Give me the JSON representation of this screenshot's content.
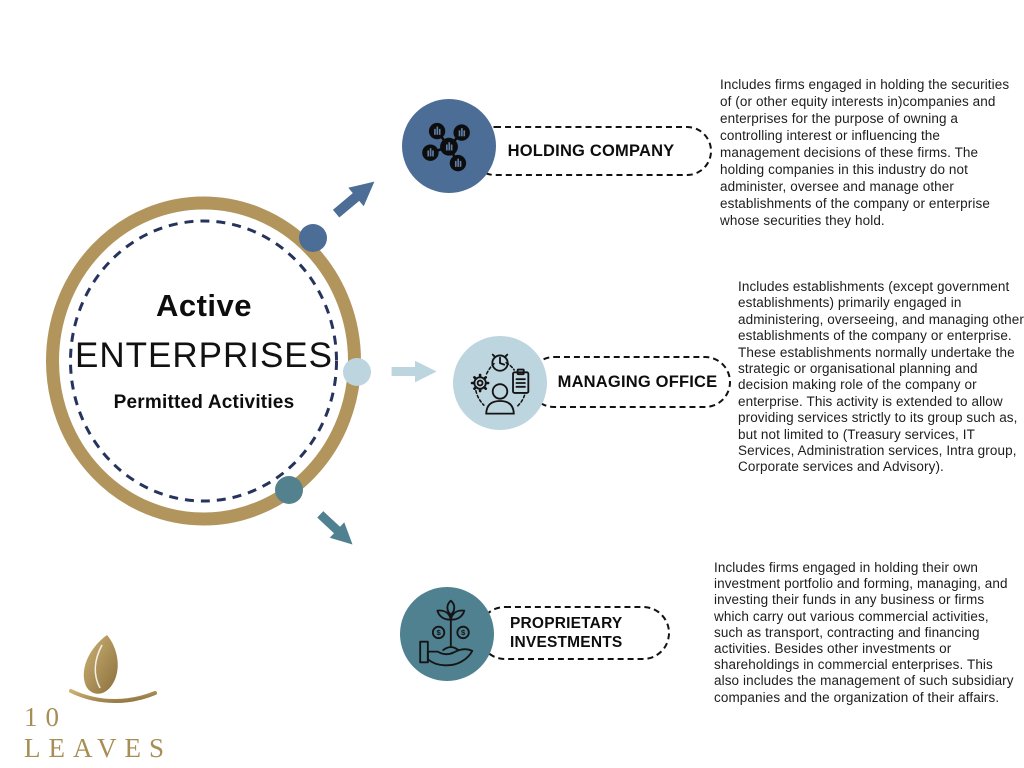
{
  "center": {
    "title_top": "Active",
    "title_main": "ENTERPRISES",
    "subtitle": "Permitted Activities"
  },
  "branches": [
    {
      "label": "HOLDING COMPANY",
      "icon": "network-buildings-icon",
      "circle_color": "#4c6d96",
      "description": "Includes firms engaged in holding the securities of (or other equity interests in)companies and enterprises for the purpose of owning a controlling interest or influencing the management decisions of these firms. The holding companies in this industry do not administer, oversee and manage other establishments of the company or enterprise whose securities they hold."
    },
    {
      "label": "MANAGING OFFICE",
      "icon": "managing-person-icon",
      "circle_color": "#bcd5df",
      "description": "Includes establishments (except government establishments) primarily engaged in administering, overseeing, and managing other establishments of the company or enterprise. These establishments normally undertake the strategic or organisational planning and decision making role of the company or enterprise. This activity is extended to allow providing services strictly to its group such as, but not limited to (Treasury services, IT Services, Administration services, Intra group, Corporate services and Advisory)."
    },
    {
      "label": "PROPRIETARY INVESTMENTS",
      "icon": "hand-plant-money-icon",
      "circle_color": "#4f8191",
      "description": "Includes firms engaged in holding their own investment portfolio and forming, managing, and investing their funds in any business or firms which carry out various commercial activities, such as transport, contracting and financing activities. Besides other investments or shareholdings in commercial enterprises. This also includes the management of such subsidiary companies and the organization of their affairs."
    }
  ],
  "logo": {
    "text": "10 LEAVES"
  },
  "colors": {
    "ring_gold": "#b2955c",
    "dashed_navy": "#26345c",
    "steel_blue": "#4c6d96",
    "light_blue": "#bcd5df",
    "teal": "#4f8191",
    "logo_gold": "#a68e55",
    "text_black": "#1d1d1d"
  }
}
